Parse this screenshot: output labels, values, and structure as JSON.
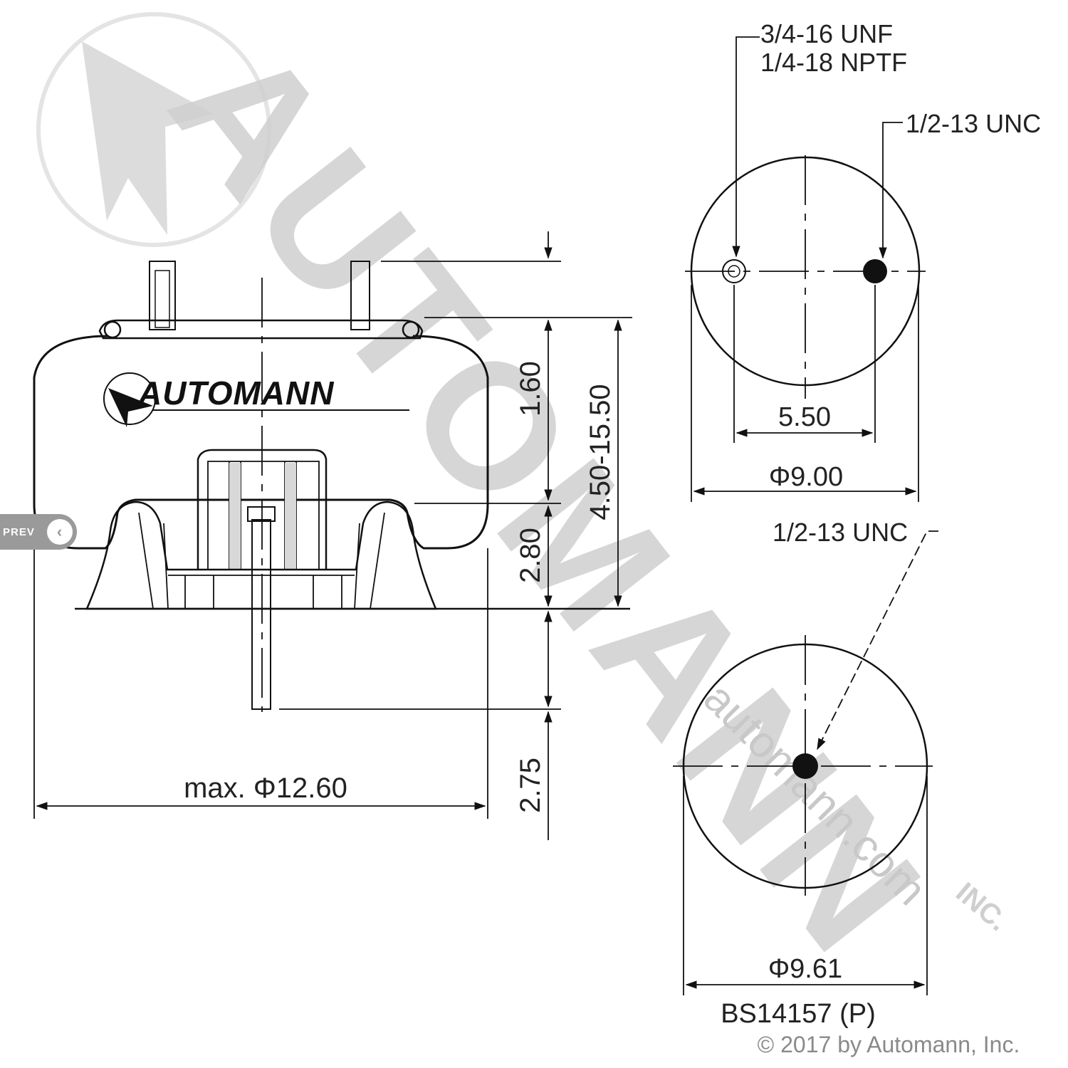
{
  "diagram": {
    "side_view": {
      "max_diameter": "max. Φ12.60",
      "dim_top_to_plate": "1.60",
      "dim_height_range": "4.50-15.50",
      "dim_piston": "2.80",
      "dim_stud": "2.75"
    },
    "top_view": {
      "port_thread_1": "3/4-16 UNF",
      "port_thread_2": "1/4-18 NPTF",
      "stud_thread": "1/2-13 UNC",
      "stud_spacing": "5.50",
      "plate_diameter": "Φ9.00"
    },
    "bottom_view": {
      "stud_thread": "1/2-13 UNC",
      "piston_diameter": "Φ9.61"
    },
    "part_number": "BS14157 (P)",
    "copyright": "© 2017 by Automann, Inc.",
    "logo_text": "AUTOMANN",
    "watermark": {
      "big_text": "AUTOMANN",
      "url_text": "automann.com",
      "inc_text": "INC."
    },
    "prev_tab": "PREV",
    "prev_icon": "chevron-left-icon"
  }
}
